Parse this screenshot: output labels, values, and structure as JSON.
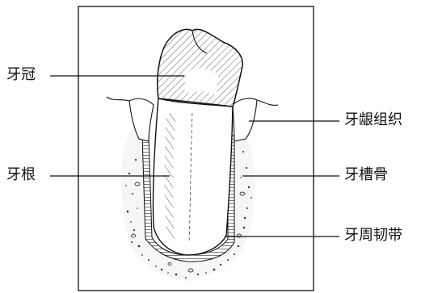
{
  "figure": {
    "labels": {
      "crown": "牙冠",
      "root": "牙根",
      "gingiva": "牙龈组织",
      "alveolar_bone": "牙槽骨",
      "periodontal_ligament": "牙周韧带"
    }
  }
}
